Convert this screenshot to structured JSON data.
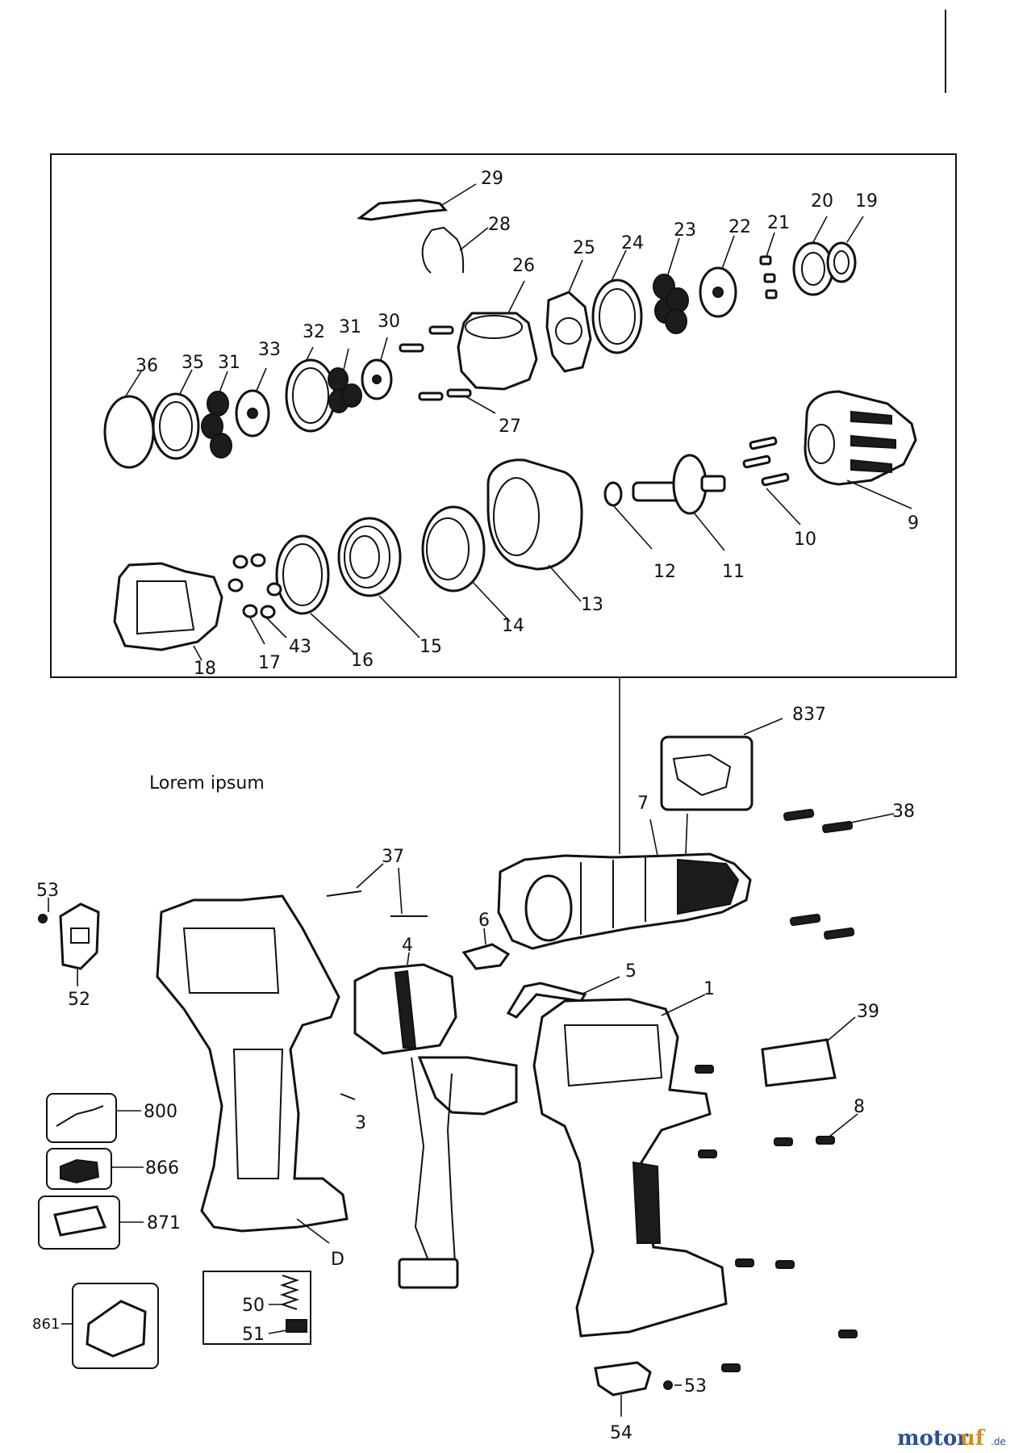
{
  "note": "Lorem ipsum",
  "watermark": {
    "a": "motor",
    "b": "uf",
    "c": ".de"
  },
  "labels": {
    "p1": "1",
    "p3": "3",
    "p4": "4",
    "p5": "5",
    "p6": "6",
    "p7": "7",
    "p8": "8",
    "p9": "9",
    "p10": "10",
    "p11": "11",
    "p12": "12",
    "p13": "13",
    "p14": "14",
    "p15": "15",
    "p16": "16",
    "p17": "17",
    "p18": "18",
    "p19": "19",
    "p20": "20",
    "p21": "21",
    "p22": "22",
    "p23": "23",
    "p24": "24",
    "p25": "25",
    "p26": "26",
    "p27": "27",
    "p28": "28",
    "p29": "29",
    "p30": "30",
    "p31a": "31",
    "p31b": "31",
    "p32": "32",
    "p33": "33",
    "p35": "35",
    "p36": "36",
    "p37": "37",
    "p38": "38",
    "p39": "39",
    "p43": "43",
    "p50": "50",
    "p51": "51",
    "p52": "52",
    "p53a": "53",
    "p53b": "53",
    "p54": "54",
    "pD": "D",
    "p800": "800",
    "p837": "837",
    "p861": "861",
    "p866": "866",
    "p871": "871"
  },
  "colors": {
    "line": "#111111",
    "watermark_blue": "#2a4f9a",
    "watermark_orange": "#d98a1a"
  }
}
